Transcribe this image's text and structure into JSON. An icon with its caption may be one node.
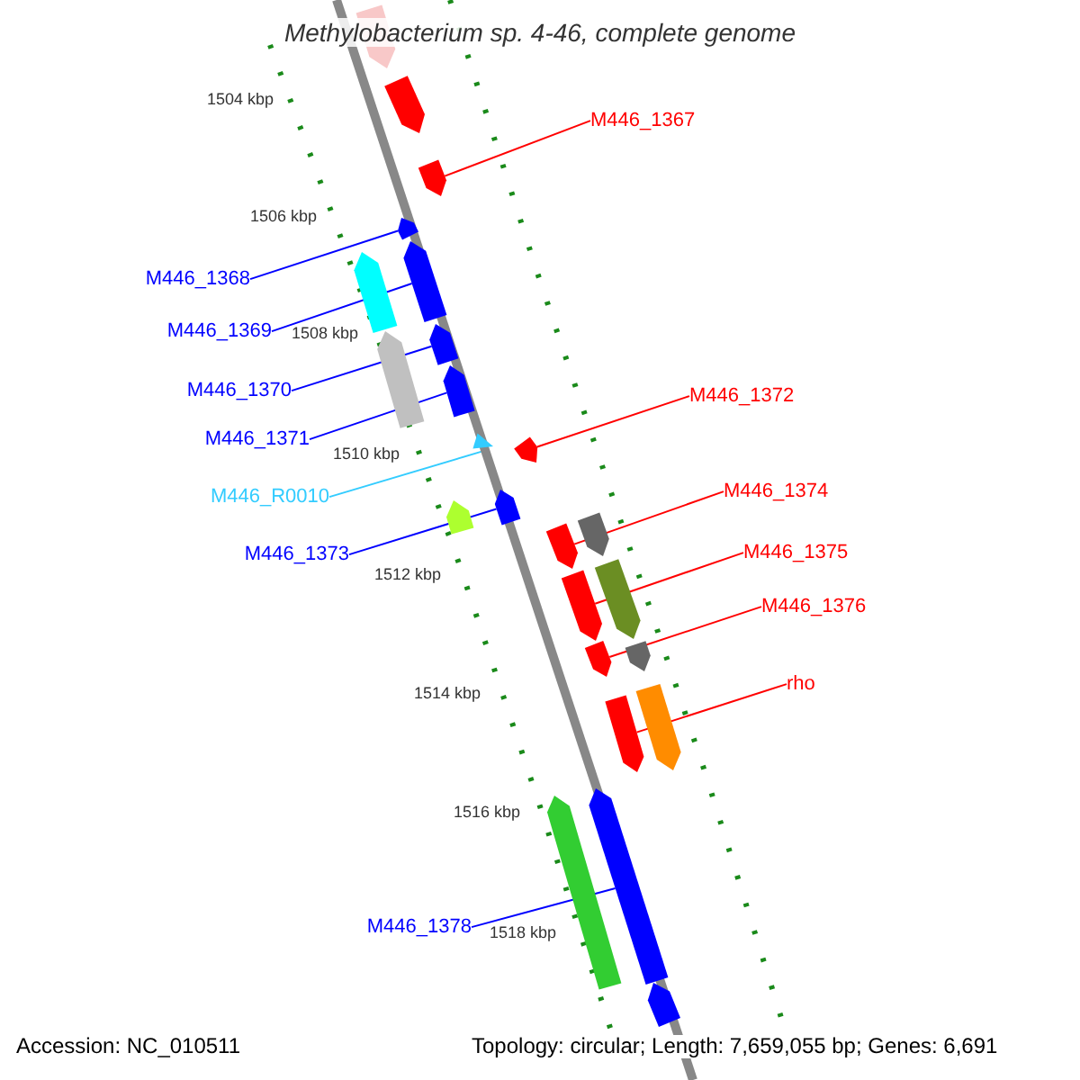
{
  "diagram": {
    "title": "Methylobacterium sp. 4-46, complete genome",
    "nodes": [
      {
        "text": [
          "M446_1367"
        ]
      },
      {
        "text": [],
        "shape": "pentagon"
      },
      {
        "text": [
          "M446_1368"
        ]
      },
      {
        "text": [],
        "shape": "pentagon"
      },
      {
        "text": [
          "M446_1369"
        ]
      },
      {
        "text": [],
        "shape": "pentagon"
      },
      {
        "text": [
          "M446_1370"
        ]
      },
      {
        "text": [],
        "shape": "pentagon"
      },
      {
        "text": [
          "M446_1371"
        ]
      },
      {
        "text": [],
        "shape": "pentagon"
      },
      {
        "text": [
          "M446_1372"
        ]
      },
      {
        "text": [],
        "shape": "pentagon"
      },
      {
        "text": [
          "M446_R0010"
        ]
      },
      {
        "text": [],
        "shape": "triangle"
      },
      {
        "text": [
          "M446_1373"
        ]
      },
      {
        "text": [],
        "shape": "pentagon"
      },
      {
        "text": [
          "M446_1374"
        ]
      },
      {
        "text": [],
        "shape": "pentagon"
      },
      {
        "text": [
          "M446_1375"
        ]
      },
      {
        "text": [],
        "shape": "pentagon"
      },
      {
        "text": [
          "M446_1376"
        ]
      },
      {
        "text": [],
        "shape": "pentagon"
      },
      {
        "text": [
          "rho"
        ]
      },
      {
        "text": [],
        "shape": "pentagon"
      },
      {
        "text": [
          "M446_1378"
        ]
      },
      {
        "text": [],
        "shape": "pentagon"
      },
      {
        "text": [],
        "shape": "pentagon"
      },
      {
        "text": [],
        "shape": "pentagon"
      },
      {
        "text": [],
        "shape": "pentagon"
      },
      {
        "text": [],
        "shape": "pentagon"
      },
      {
        "text": [],
        "shape": "pentagon"
      },
      {
        "text": [],
        "shape": "pentagon"
      },
      {
        "text": [],
        "shape": "pentagon"
      },
      {
        "text": [],
        "shape": "pentagon"
      },
      {
        "text": [],
        "shape": "pentagon"
      },
      {
        "text": [],
        "shape": "pentagon"
      },
      {
        "text": [],
        "shape": "pentagon"
      }
    ],
    "edges": [
      {
        "from": 0,
        "to": 1,
        "arrow": "none",
        "color": "#ff0000"
      },
      {
        "from": 2,
        "to": 3,
        "arrow": "none",
        "color": "#0000ff"
      },
      {
        "from": 4,
        "to": 5,
        "arrow": "none",
        "color": "#0000ff"
      },
      {
        "from": 6,
        "to": 7,
        "arrow": "none",
        "color": "#0000ff"
      },
      {
        "from": 8,
        "to": 9,
        "arrow": "none",
        "color": "#0000ff"
      },
      {
        "from": 10,
        "to": 11,
        "arrow": "none",
        "color": "#ff0000"
      },
      {
        "from": 12,
        "to": 13,
        "arrow": "none",
        "color": "#33ccff"
      },
      {
        "from": 14,
        "to": 15,
        "arrow": "none",
        "color": "#0000ff"
      },
      {
        "from": 16,
        "to": 17,
        "arrow": "none",
        "color": "#ff0000"
      },
      {
        "from": 18,
        "to": 19,
        "arrow": "none",
        "color": "#ff0000"
      },
      {
        "from": 20,
        "to": 21,
        "arrow": "none",
        "color": "#ff0000"
      },
      {
        "from": 22,
        "to": 23,
        "arrow": "none",
        "color": "#ff0000"
      },
      {
        "from": 24,
        "to": 25,
        "arrow": "none",
        "color": "#0000ff"
      }
    ],
    "labels": [
      "1504 kbp",
      "1506 kbp",
      "1508 kbp",
      "1510 kbp",
      "1512 kbp",
      "1514 kbp",
      "1516 kbp",
      "1518 kbp",
      "Accession: NC_010511",
      "Topology: circular; Length: 7,659,055 bp; Genes: 6,691"
    ]
  }
}
